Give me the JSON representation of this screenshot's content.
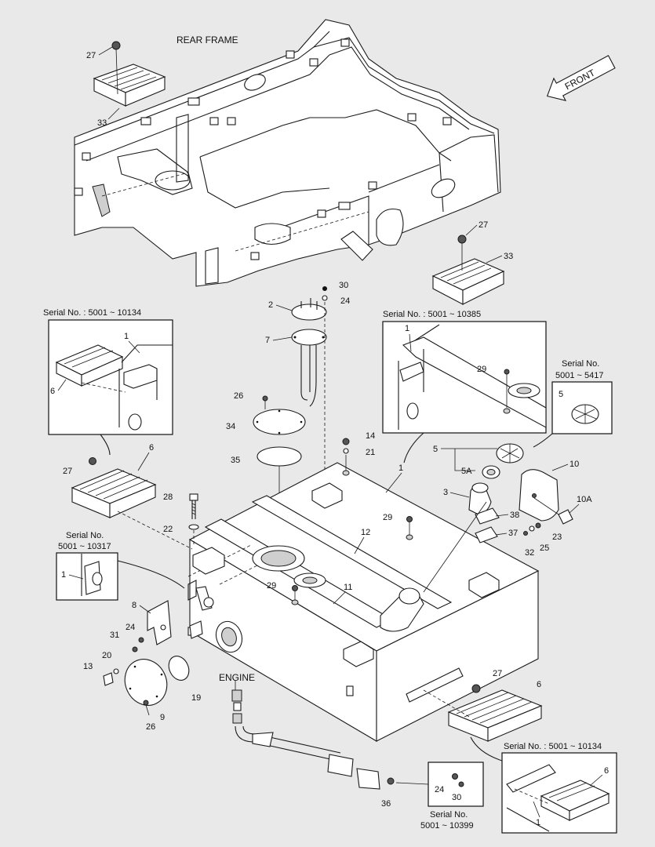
{
  "titles": {
    "rear_frame": "REAR FRAME",
    "front": "FRONT",
    "engine": "ENGINE"
  },
  "insets": {
    "serial_left_top": "Serial No. : 5001 ~ 10134",
    "serial_center_top": "Serial No. : 5001 ~ 10385",
    "serial_5417_a": "Serial No.",
    "serial_5417_b": "5001 ~ 5417",
    "serial_10317_a": "Serial No.",
    "serial_10317_b": "5001 ~ 10317",
    "serial_10399_a": "Serial No.",
    "serial_10399_b": "5001 ~ 10399",
    "serial_right_bottom": "Serial No. : 5001 ~ 10134"
  },
  "callouts": {
    "c27a": "27",
    "c33a": "33",
    "c27b": "27",
    "c33b": "33",
    "c30a": "30",
    "c24a": "24",
    "c2": "2",
    "c7": "7",
    "c26a": "26",
    "c34": "34",
    "c35": "35",
    "c14": "14",
    "c21": "21",
    "c1main": "1",
    "c1tl": "1",
    "c6tl": "6",
    "c1tc": "1",
    "c29tc": "29",
    "c5inset": "5",
    "c5": "5",
    "c5A": "5A",
    "c3": "3",
    "c10": "10",
    "c10A": "10A",
    "c38": "38",
    "c37": "37",
    "c23": "23",
    "c25": "25",
    "c32": "32",
    "c6l": "6",
    "c27l": "27",
    "c28": "28",
    "c22": "22",
    "c1ml": "1",
    "c29m": "29",
    "c12": "12",
    "c29c": "29",
    "c11": "11",
    "c8": "8",
    "c24l": "24",
    "c31": "31",
    "c20": "20",
    "c13": "13",
    "c19": "19",
    "c9": "9",
    "c26b": "26",
    "c27r": "27",
    "c6r": "6",
    "c36": "36",
    "c24b": "24",
    "c30b": "30",
    "c6br": "6",
    "c1br": "1"
  }
}
